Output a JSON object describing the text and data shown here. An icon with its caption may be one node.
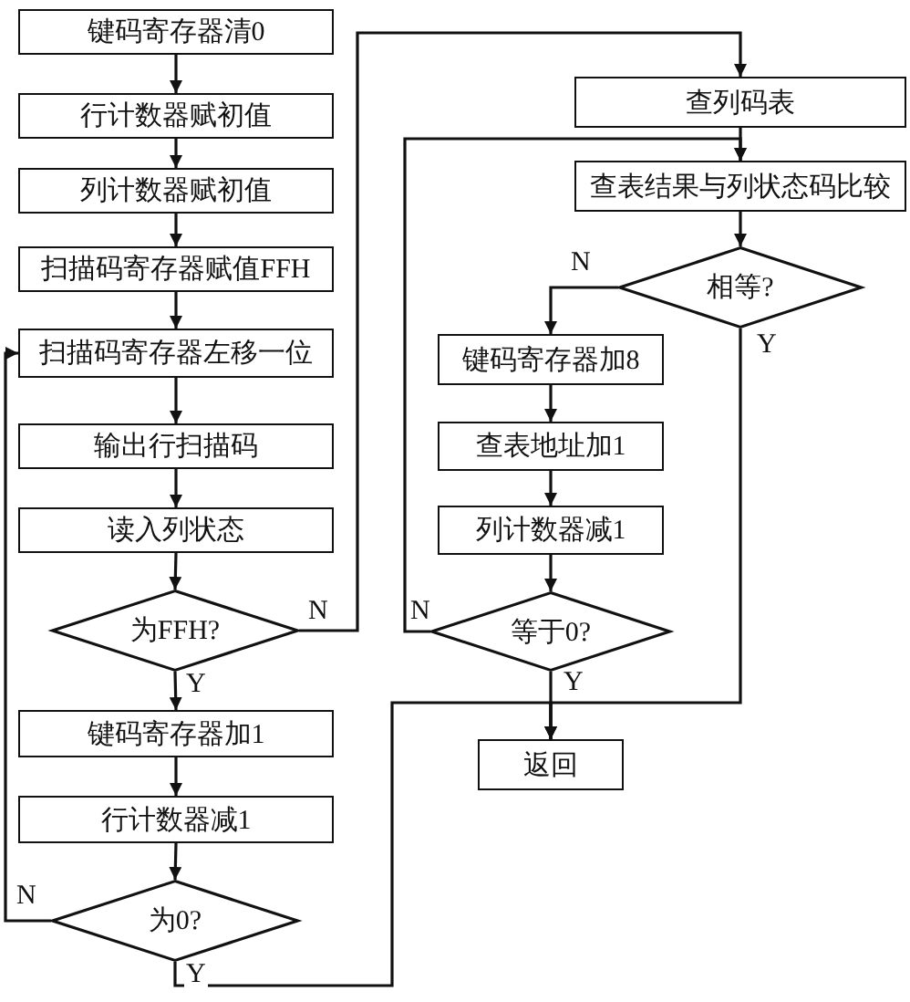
{
  "diagram": {
    "nodes": [
      {
        "text": [
          "键码寄存器清0"
        ]
      },
      {
        "text": [
          "行计数器赋初值"
        ]
      },
      {
        "text": [
          "列计数器赋初值"
        ]
      },
      {
        "text": [
          "扫描码寄存器赋值FFH"
        ]
      },
      {
        "text": [
          "扫描码寄存器左移一位"
        ]
      },
      {
        "text": [
          "输出行扫描码"
        ]
      },
      {
        "text": [
          "读入列状态"
        ]
      },
      {
        "text": [
          "为FFH?"
        ]
      },
      {
        "text": [
          "键码寄存器加1"
        ]
      },
      {
        "text": [
          "行计数器减1"
        ]
      },
      {
        "text": [
          "为0?"
        ]
      },
      {
        "text": [
          "查列码表"
        ]
      },
      {
        "text": [
          "查表结果与列状态码比较"
        ]
      },
      {
        "text": [
          "相等?"
        ]
      },
      {
        "text": [
          "键码寄存器加8"
        ]
      },
      {
        "text": [
          "查表地址加1"
        ]
      },
      {
        "text": [
          "列计数器减1"
        ]
      },
      {
        "text": [
          "等于0?"
        ]
      },
      {
        "text": [
          "返回"
        ]
      }
    ],
    "edges": [
      {
        "from": 0,
        "to": 1,
        "arrow": "to"
      },
      {
        "from": 1,
        "to": 2,
        "arrow": "to"
      },
      {
        "from": 2,
        "to": 3,
        "arrow": "to"
      },
      {
        "from": 3,
        "to": 4,
        "arrow": "to"
      },
      {
        "from": 4,
        "to": 5,
        "arrow": "to"
      },
      {
        "from": 5,
        "to": 6,
        "arrow": "to"
      },
      {
        "from": 6,
        "to": 7,
        "arrow": "to"
      },
      {
        "from": 7,
        "to": 8,
        "arrow": "to",
        "label": "Y"
      },
      {
        "from": 7,
        "to": 11,
        "arrow": "to",
        "label": "N"
      },
      {
        "from": 8,
        "to": 9,
        "arrow": "to"
      },
      {
        "from": 9,
        "to": 10,
        "arrow": "to"
      },
      {
        "from": 10,
        "to": 4,
        "arrow": "to",
        "label": "N"
      },
      {
        "from": 10,
        "to": 18,
        "arrow": "to",
        "label": "Y"
      },
      {
        "from": 11,
        "to": 12,
        "arrow": "to"
      },
      {
        "from": 12,
        "to": 13,
        "arrow": "to"
      },
      {
        "from": 13,
        "to": 14,
        "arrow": "to",
        "label": "N"
      },
      {
        "from": 13,
        "to": 18,
        "arrow": "to",
        "label": "Y"
      },
      {
        "from": 14,
        "to": 15,
        "arrow": "to"
      },
      {
        "from": 15,
        "to": 16,
        "arrow": "to"
      },
      {
        "from": 16,
        "to": 17,
        "arrow": "to"
      },
      {
        "from": 17,
        "to": 12,
        "arrow": "to",
        "label": "N"
      },
      {
        "from": 17,
        "to": 18,
        "arrow": "to",
        "label": "Y"
      }
    ]
  }
}
